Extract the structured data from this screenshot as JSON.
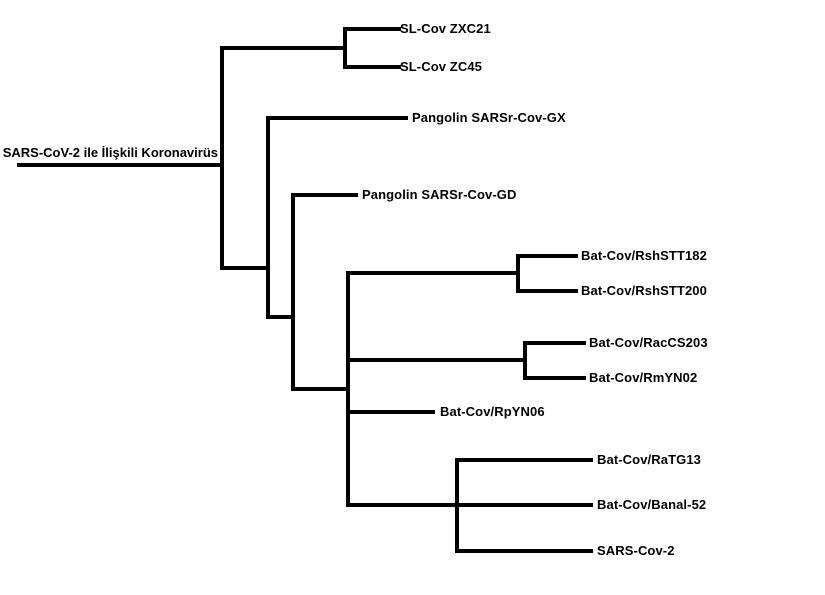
{
  "diagram": {
    "type": "phylogenetic-tree",
    "root_label": "SARS-CoV-2 ile İlişkili Koronavirüs",
    "colors": {
      "line": "#000000",
      "background": "#ffffff",
      "text": "#000000"
    },
    "leaves": [
      {
        "label": "SL-Cov ZXC21"
      },
      {
        "label": "SL-Cov ZC45"
      },
      {
        "label": "Pangolin SARSr-Cov-GX"
      },
      {
        "label": "Pangolin SARSr-Cov-GD"
      },
      {
        "label": "Bat-Cov/RshSTT182"
      },
      {
        "label": "Bat-Cov/RshSTT200"
      },
      {
        "label": "Bat-Cov/RacCS203"
      },
      {
        "label": "Bat-Cov/RmYN02"
      },
      {
        "label": "Bat-Cov/RpYN06"
      },
      {
        "label": "Bat-Cov/RaTG13"
      },
      {
        "label": "Bat-Cov/Banal-52"
      },
      {
        "label": "SARS-Cov-2"
      }
    ],
    "topology": {
      "label": "SARS-CoV-2 ile İlişkili Koronavirüs",
      "children": [
        {
          "children": [
            "SL-Cov ZXC21",
            "SL-Cov ZC45"
          ]
        },
        {
          "children": [
            "Pangolin SARSr-Cov-GX",
            {
              "children": [
                "Pangolin SARSr-Cov-GD",
                {
                  "children": [
                    {
                      "children": [
                        "Bat-Cov/RshSTT182",
                        "Bat-Cov/RshSTT200"
                      ]
                    },
                    {
                      "children": [
                        "Bat-Cov/RacCS203",
                        "Bat-Cov/RmYN02"
                      ]
                    },
                    "Bat-Cov/RpYN06",
                    {
                      "children": [
                        "Bat-Cov/RaTG13",
                        "Bat-Cov/Banal-52",
                        "SARS-Cov-2"
                      ]
                    }
                  ]
                }
              ]
            }
          ]
        }
      ]
    }
  }
}
